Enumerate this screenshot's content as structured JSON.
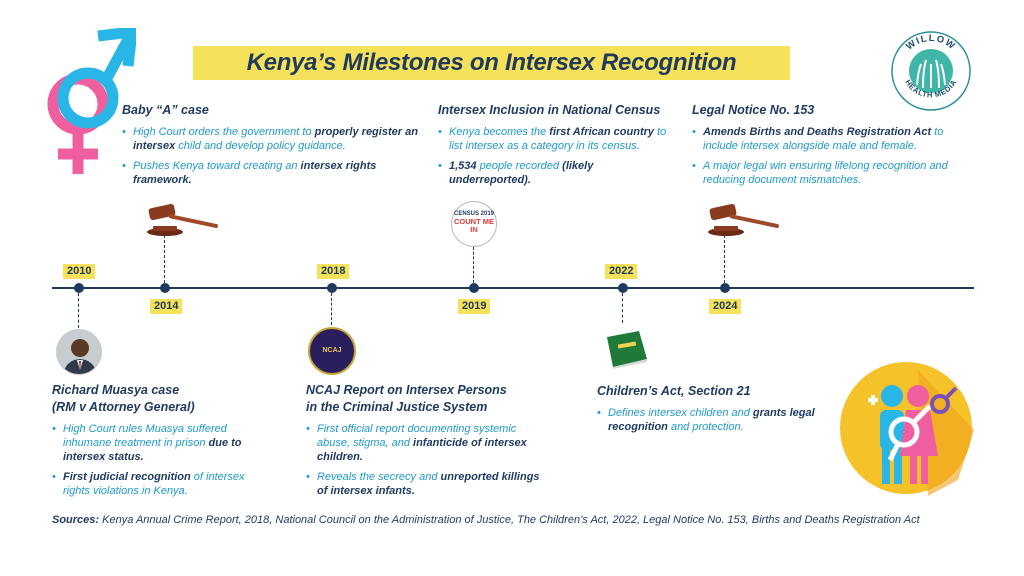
{
  "title": "Kenya’s Milestones on Intersex Recognition",
  "logo": {
    "line1": "WILLOW",
    "line2": "HEALTH MEDIA"
  },
  "years": [
    "2010",
    "2014",
    "2018",
    "2019",
    "2022",
    "2024"
  ],
  "events": {
    "e2014": {
      "heading": "Baby “A” case",
      "bullets": [
        {
          "pre": "High Court orders the government to ",
          "bold": "properly register an intersex",
          "post": " child and develop policy guidance."
        },
        {
          "pre": "Pushes Kenya toward creating an ",
          "bold": "intersex rights framework.",
          "post": ""
        }
      ]
    },
    "e2019": {
      "heading": "Intersex Inclusion in National Census",
      "bullets": [
        {
          "pre": "Kenya becomes the ",
          "bold": "first African country",
          "post": " to list intersex as a category in its census."
        },
        {
          "pre": "",
          "bold": "1,534",
          "post": " people recorded ",
          "bold2": "(likely underreported)."
        }
      ],
      "badge": {
        "line1": "CENSUS 2019",
        "line2": "COUNT ME IN"
      }
    },
    "e2024": {
      "heading": "Legal Notice No. 153",
      "bullets": [
        {
          "pre": "",
          "bold": "Amends Births and Deaths Registration Act",
          "post": " to include intersex alongside male and female."
        },
        {
          "pre": "A major legal win ensuring lifelong recognition and reducing document mismatches.",
          "bold": "",
          "post": ""
        }
      ]
    },
    "e2010": {
      "heading_line1": "Richard Muasya case",
      "heading_line2": "(RM v Attorney General)",
      "bullets": [
        {
          "pre": "High Court rules Muasya suffered inhumane treatment in prison ",
          "bold": "due to intersex status.",
          "post": ""
        },
        {
          "pre": "",
          "bold": "First judicial recognition",
          "post": " of intersex rights violations in Kenya."
        }
      ]
    },
    "e2018": {
      "heading_line1": "NCAJ Report on Intersex Persons",
      "heading_line2": "in the Criminal Justice System",
      "bullets": [
        {
          "pre": "First official report documenting systemic abuse, stigma, and ",
          "bold": "infanticide of intersex children.",
          "post": ""
        },
        {
          "pre": "Reveals the secrecy and ",
          "bold": "unreported killings of intersex infants.",
          "post": ""
        }
      ],
      "seal_text": "NCAJ"
    },
    "e2022": {
      "heading": "Children’s Act, Section 21",
      "bullets": [
        {
          "pre": "Defines intersex children and ",
          "bold": "grants legal recognition",
          "post": " and protection."
        }
      ]
    }
  },
  "sources": {
    "label": "Sources:",
    "text": " Kenya Annual Crime Report, 2018, National Council on the Administration of Justice, The Children’s Act, 2022, Legal Notice No. 153, Births and Deaths Registration Act"
  },
  "colors": {
    "navy": "#1e3a5f",
    "accent_blue": "#1f9ac9",
    "yellow": "#f6e15a",
    "pink": "#ef5fa0",
    "cyan": "#29b6e6"
  }
}
